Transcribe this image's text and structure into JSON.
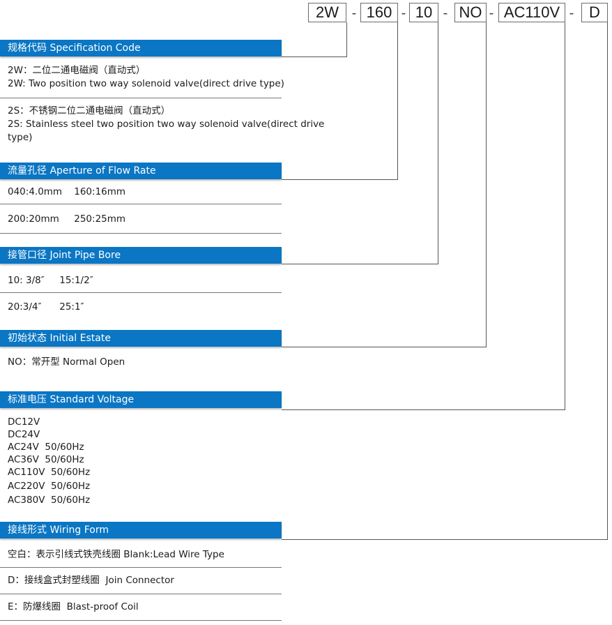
{
  "code": {
    "parts": [
      "2W",
      "160",
      "10",
      "NO",
      "AC110V",
      "D"
    ],
    "separator": "-"
  },
  "spec": {
    "header": "规格代码 Specification Code",
    "item1_cn": "2W：二位二通电磁阀（直动式）",
    "item1_en": "2W: Two position two way solenoid valve(direct drive type)",
    "item2_cn": "2S：不锈钢二位二通电磁阀（直动式）",
    "item2_en": "2S: Stainless steel two position two way solenoid valve(direct drive type)"
  },
  "aperture": {
    "header": "流量孔径 Aperture of Flow Rate",
    "row1": "040:4.0mm    160:16mm",
    "row2": "200:20mm     250:25mm"
  },
  "bore": {
    "header": "接管口径 Joint Pipe Bore",
    "row1": "10: 3/8″     15:1/2″",
    "row2": "20:3/4″      25:1″"
  },
  "initial": {
    "header": "初始状态 Initial Estate",
    "row1": "NO：常开型 Normal Open"
  },
  "voltage": {
    "header": "标准电压 Standard Voltage",
    "items": [
      "DC12V",
      "DC24V",
      "AC24V  50/60Hz",
      "AC36V  50/60Hz",
      "AC110V  50/60Hz",
      "AC220V  50/60Hz",
      "AC380V  50/60Hz"
    ]
  },
  "wiring": {
    "header": "接线形式 Wiring Form",
    "row1": "空白：表示引线式铁壳线圈 Blank:Lead Wire Type",
    "row2": "D：接线盒式封塑线圈  Join Connector",
    "row3": "E：防爆线圈  Blast-proof Coil"
  },
  "colors": {
    "bar": "#0a76c4",
    "bar_text": "#ffffff",
    "line": "#555555"
  }
}
